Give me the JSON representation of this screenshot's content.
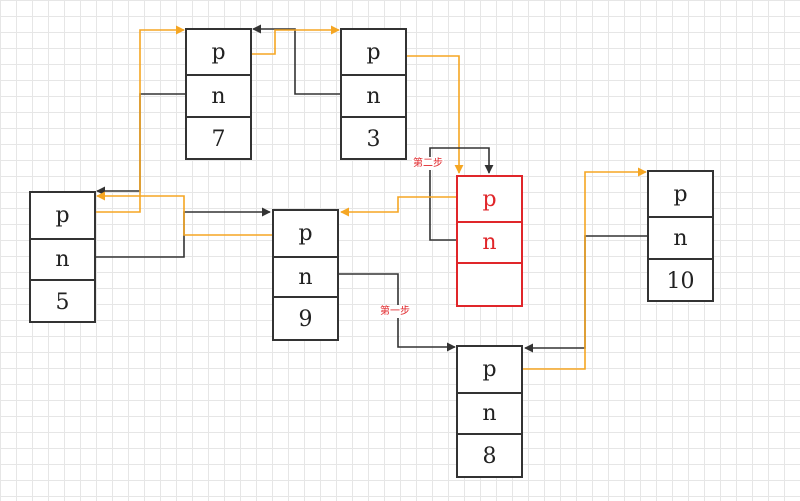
{
  "colors": {
    "black": "#333333",
    "orange": "#f5a623",
    "red": "#e0262a"
  },
  "nodes": {
    "n7": {
      "p": "p",
      "n": "n",
      "value": "7"
    },
    "n3": {
      "p": "p",
      "n": "n",
      "value": "3"
    },
    "n5": {
      "p": "p",
      "n": "n",
      "value": "5"
    },
    "n9": {
      "p": "p",
      "n": "n",
      "value": "9"
    },
    "new": {
      "p": "p",
      "n": "n",
      "value": ""
    },
    "n10": {
      "p": "p",
      "n": "n",
      "value": "10"
    },
    "n8": {
      "p": "p",
      "n": "n",
      "value": "8"
    }
  },
  "labels": {
    "step1": "第一步",
    "step2": "第二步"
  }
}
